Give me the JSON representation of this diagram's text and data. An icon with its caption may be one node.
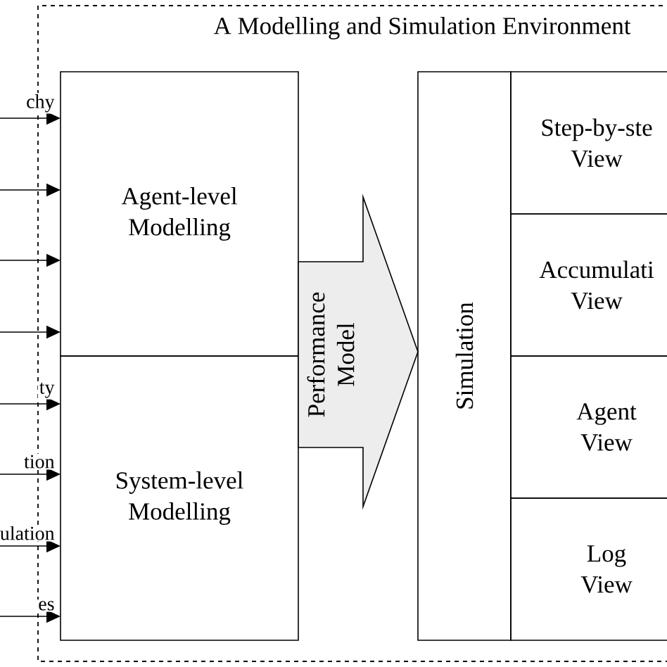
{
  "diagram": {
    "nodes": [
      {
        "text": [
          "A Modelling and Simulation Environment"
        ]
      },
      {
        "text": [
          "Agent-level Modelling"
        ],
        "in": 0
      },
      {
        "text": [
          "System-level Modelling"
        ],
        "in": 0
      },
      {
        "text": [
          "Performance Model"
        ],
        "in": 0
      },
      {
        "text": [
          "Simulation"
        ],
        "in": 0
      },
      {
        "text": [
          "Step-by-ste View"
        ],
        "in": 0
      },
      {
        "text": [
          "Accumulati View"
        ],
        "in": 0
      },
      {
        "text": [
          "Agent View"
        ],
        "in": 0
      },
      {
        "text": [
          "Log View"
        ],
        "in": 0
      }
    ],
    "edges": [
      {
        "from": null,
        "to": 1,
        "arrow": "to",
        "label": "chy"
      },
      {
        "from": null,
        "to": 1,
        "arrow": "to"
      },
      {
        "from": null,
        "to": 1,
        "arrow": "to"
      },
      {
        "from": null,
        "to": 1,
        "arrow": "to"
      },
      {
        "from": null,
        "to": 2,
        "arrow": "to",
        "label": "ty"
      },
      {
        "from": null,
        "to": 2,
        "arrow": "to",
        "label": "tion"
      },
      {
        "from": null,
        "to": 2,
        "arrow": "to",
        "label": "ulation"
      },
      {
        "from": null,
        "to": 2,
        "arrow": "to",
        "label": "es"
      }
    ]
  }
}
